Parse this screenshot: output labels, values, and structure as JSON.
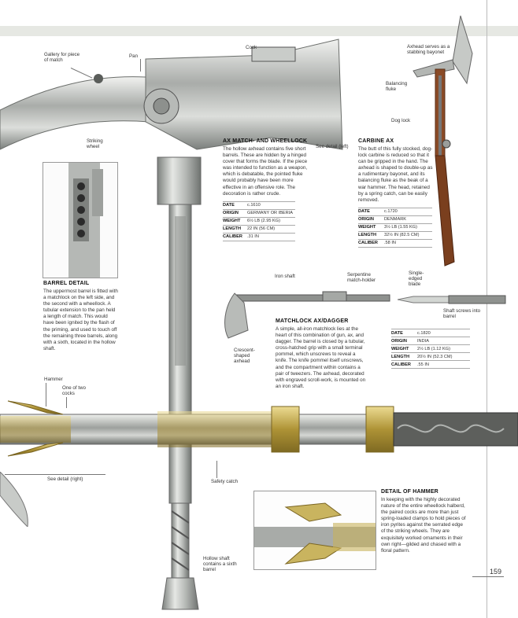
{
  "page_number": "159",
  "labels": {
    "gallery": "Gallery for piece of match",
    "pan": "Pan",
    "cock": "Cock",
    "striking_wheel": "Striking wheel",
    "see_detail_left": "See detail (left)",
    "axhead_bayonet": "Axhead serves as a stabbing bayonet",
    "balancing_fluke": "Balancing fluke",
    "dog_lock": "Dog lock",
    "iron_shaft": "Iron shaft",
    "serpentine": "Serpentine match-holder",
    "single_edged": "Single-edged blade",
    "shaft_screws": "Shaft screws into barrel",
    "crescent_axhead": "Crescent-shaped axhead",
    "hammer": "Hammer",
    "one_of_two_cocks": "One of two cocks",
    "see_detail_right": "See detail (right)",
    "safety_catch": "Safety catch",
    "hollow_shaft": "Hollow shaft contains a sixth barrel"
  },
  "sections": {
    "ax_match": {
      "title": "AX MATCH- AND WHEELLOCK",
      "body": "The hollow axhead contains five short barrels. These are hidden by a hinged cover that forms the blade. If the piece was intended to function as a weapon, which is debatable, the pointed fluke would probably have been more effective in an offensive role. The decoration is rather crude.",
      "specs": [
        {
          "k": "DATE",
          "v": "c.1610"
        },
        {
          "k": "ORIGIN",
          "v": "GERMANY OR IBERIA"
        },
        {
          "k": "WEIGHT",
          "v": "6½ LB (2.95 KG)"
        },
        {
          "k": "LENGTH",
          "v": "22 IN (56 CM)"
        },
        {
          "k": "CALIBER",
          "v": ".31 IN"
        }
      ]
    },
    "carbine_ax": {
      "title": "CARBINE AX",
      "body": "The butt of this fully stocked, dog-lock carbine is reduced so that it can be gripped in the hand. The axhead is shaped to double-up as a rudimentary bayonet, and its balancing fluke as the beak of a war hammer. The head, retained by a spring catch, can be easily removed.",
      "specs": [
        {
          "k": "DATE",
          "v": "c.1720"
        },
        {
          "k": "ORIGIN",
          "v": "DENMARK"
        },
        {
          "k": "WEIGHT",
          "v": "3½ LB (1.55 KG)"
        },
        {
          "k": "LENGTH",
          "v": "32½ IN (82.5 CM)"
        },
        {
          "k": "CALIBER",
          "v": ".58 IN"
        }
      ]
    },
    "barrel_detail": {
      "title": "BARREL DETAIL",
      "body": "The uppermost barrel is fitted with a matchlock on the left side, and the second with a wheellock. A tubular extension to the pan held a length of match. This would have been ignited by the flash of the priming, and used to touch off the remaining three barrels, along with a sixth, located in the hollow shaft."
    },
    "matchlock_dagger": {
      "title": "MATCHLOCK AX/DAGGER",
      "body": "A simple, all-iron matchlock lies at the heart of this combination of gun, ax, and dagger. The barrel is closed by a tubular, cross-hatched grip with a small terminal pommel, which unscrews to reveal a knife. The knife pommel itself unscrews, and the compartment within contains a pair of tweezers. The axhead, decorated with engraved scroll-work, is mounted on an iron shaft.",
      "specs": [
        {
          "k": "DATE",
          "v": "c.1820"
        },
        {
          "k": "ORIGIN",
          "v": "INDIA"
        },
        {
          "k": "WEIGHT",
          "v": "2½ LB (1.12 KG)"
        },
        {
          "k": "LENGTH",
          "v": "20½ IN (52.3 CM)"
        },
        {
          "k": "CALIBER",
          "v": ".55 IN"
        }
      ]
    },
    "detail_hammer": {
      "title": "DETAIL OF HAMMER",
      "body": "In keeping with the highly decorated nature of the entire wheellock halberd, the paired cocks are more than just spring-loaded clamps to hold pieces of iron pyrites against the serrated edge of the striking wheels. They are exquisitely worked ornaments in their own right—gilded and chased with a floral pattern."
    }
  }
}
